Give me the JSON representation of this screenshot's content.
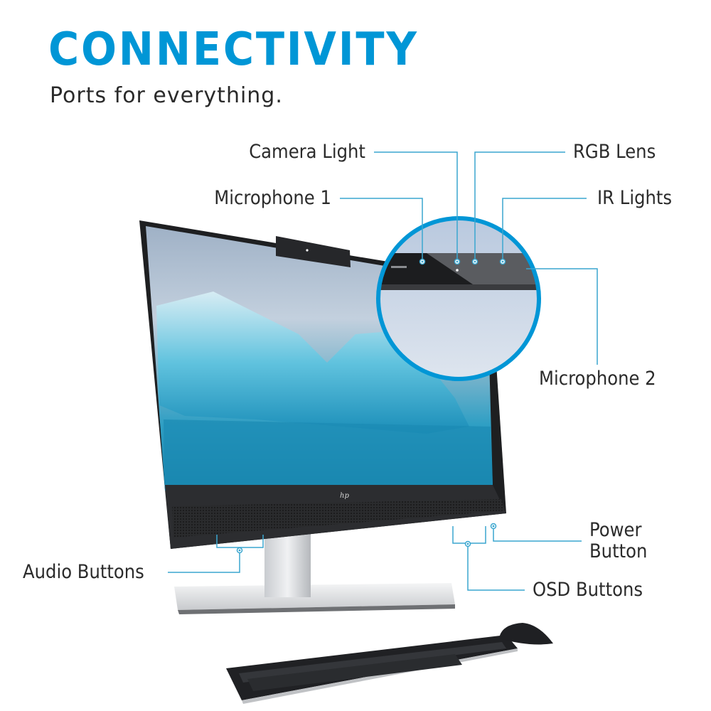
{
  "header": {
    "title": "CONNECTIVITY",
    "subtitle": "Ports for everything."
  },
  "colors": {
    "accent": "#0096d6",
    "callout_line": "#3aa6cf",
    "text": "#2b2b2b"
  },
  "callouts": {
    "camera_light": "Camera Light",
    "rgb_lens": "RGB Lens",
    "microphone_1": "Microphone 1",
    "ir_lights": "IR Lights",
    "microphone_2": "Microphone 2",
    "power_button_line1": "Power",
    "power_button_line2": "Button",
    "osd_buttons": "OSD Buttons",
    "audio_buttons": "Audio Buttons"
  },
  "product": {
    "logo": "hp"
  }
}
